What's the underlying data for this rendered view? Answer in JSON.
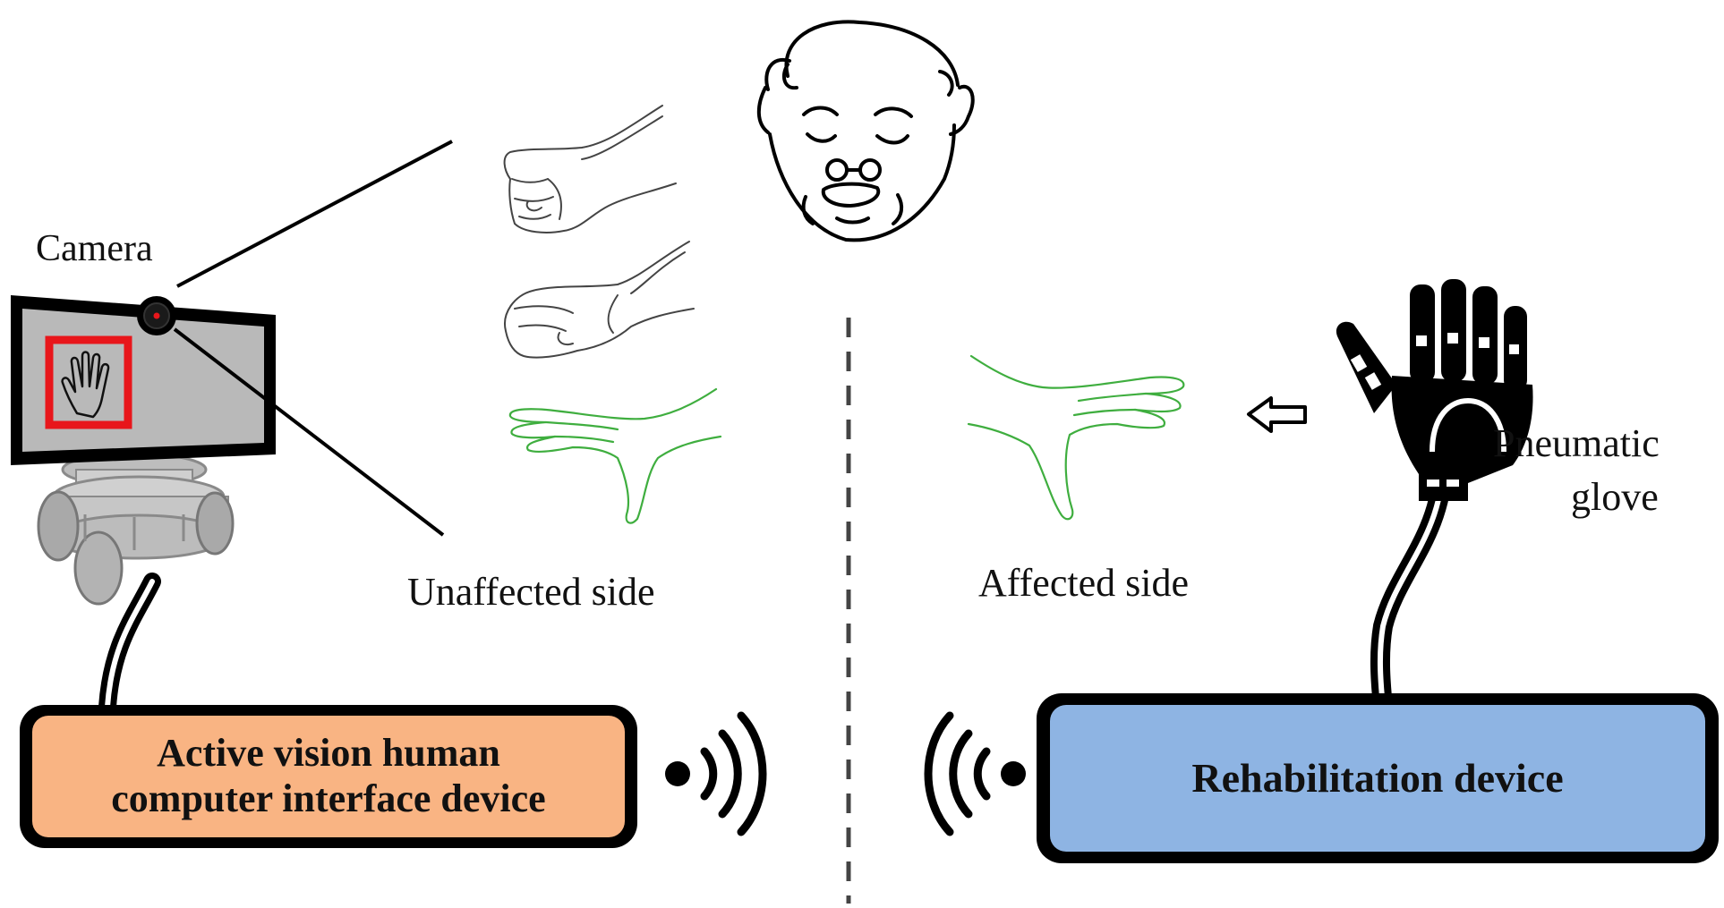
{
  "labels": {
    "camera": "Camera",
    "unaffected_side": "Unaffected side",
    "affected_side": "Affected side",
    "pneumatic_glove_line1": "Pneumatic",
    "pneumatic_glove_line2": "glove"
  },
  "devices": {
    "vision_line1": "Active vision human",
    "vision_line2": "computer interface device",
    "rehab": "Rehabilitation device"
  },
  "colors": {
    "vision_box": "#F9B483",
    "rehab_box": "#8EB4E3",
    "hand_red_frame": "#E8161B",
    "green_hand": "#3FAE3F",
    "outline": "#000000"
  },
  "icons": [
    "camera-icon",
    "monitor-icon",
    "robot-base-icon",
    "fist-hand-icon",
    "pinch-hand-icon",
    "open-hand-icon",
    "elderly-face-icon",
    "pneumatic-glove-icon",
    "wireless-signal-icon",
    "arrow-left-icon"
  ]
}
